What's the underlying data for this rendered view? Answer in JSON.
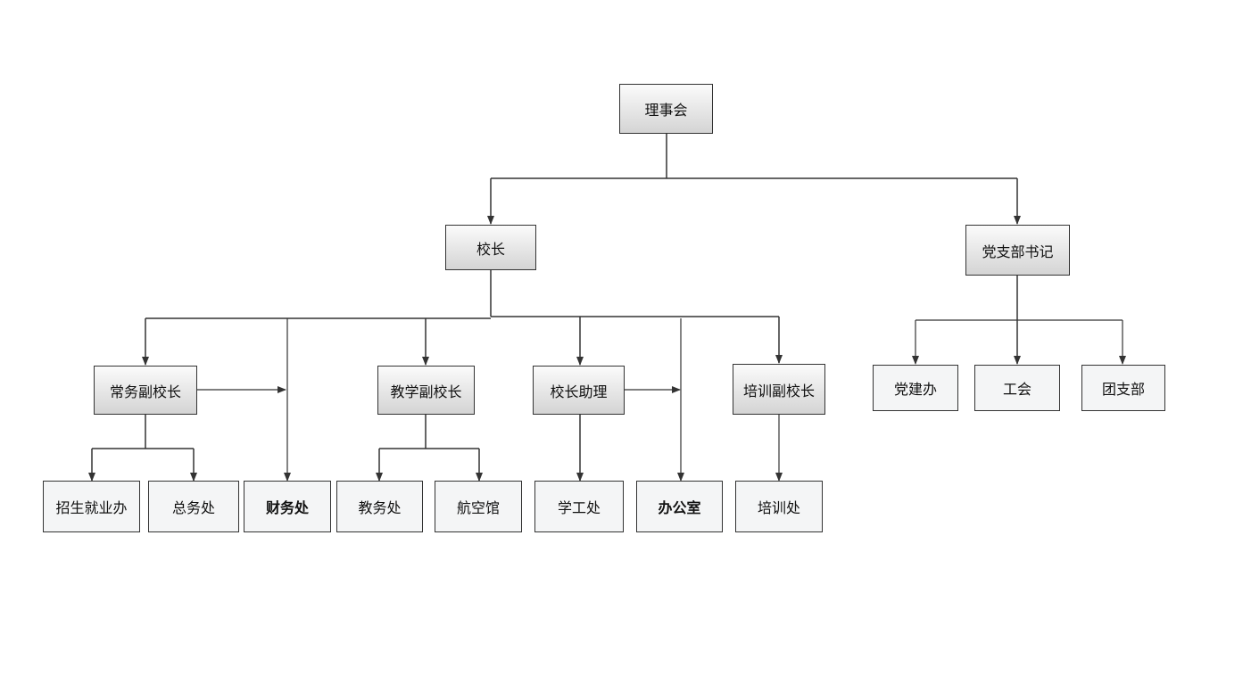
{
  "nodes": {
    "board": "理事会",
    "principal": "校长",
    "party_secretary": "党支部书记",
    "exec_vp": "常务副校长",
    "teaching_vp": "教学副校长",
    "asst_principal": "校长助理",
    "training_vp": "培训副校长",
    "party_office": "党建办",
    "union": "工会",
    "youth_league": "团支部",
    "admissions": "招生就业办",
    "general_affairs": "总务处",
    "finance": "财务处",
    "academic_affairs": "教务处",
    "aviation_hall": "航空馆",
    "student_affairs": "学工处",
    "office": "办公室",
    "training_dept": "培训处"
  },
  "colors": {
    "line": "#333333",
    "box_border": "#333333",
    "gradient_top": "#fbfbfb",
    "gradient_bottom": "#d4d4d4",
    "plain_fill": "#f4f5f6"
  }
}
